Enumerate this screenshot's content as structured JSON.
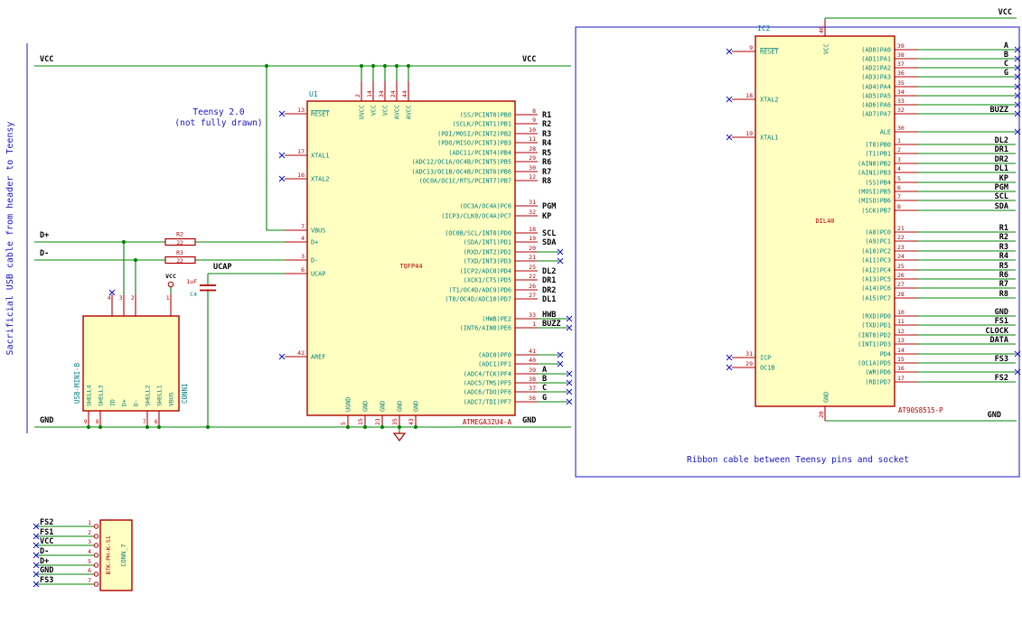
{
  "app": {
    "type": "schematic-viewer"
  },
  "colors": {
    "wire": "#008400",
    "symbol": "#b00000",
    "pin_name": "#008080",
    "pin_number": "#b00000",
    "net_label": "#000000",
    "note": "#1414c8",
    "no_connect": "#0c0cc8",
    "body_fill": "#ffffc2"
  },
  "notes": {
    "left_vertical": "Sacrificial USB cable from header to Teensy",
    "teensy_1": "Teensy 2.0",
    "teensy_2": "(not fully drawn)",
    "ribbon": "Ribbon cable between Teensy pins and socket"
  },
  "rails": {
    "vcc": "VCC",
    "gnd": "GND",
    "dplus": "D+",
    "dminus": "D-",
    "ucap": "UCAP"
  },
  "r2": {
    "ref": "R2",
    "value": "22"
  },
  "r3": {
    "ref": "R3",
    "value": "22"
  },
  "c4": {
    "ref": "C4",
    "value": "1uF"
  },
  "u1": {
    "ref": "U1",
    "value": "ATMEGA32U4-A",
    "package": "TQFP44",
    "left_pins": [
      {
        "num": "13",
        "name": "RESET",
        "bar": true,
        "nc": true
      },
      {
        "num": "17",
        "name": "XTAL1",
        "nc": true
      },
      {
        "num": "16",
        "name": "XTAL2",
        "nc": true
      },
      {
        "num": "7",
        "name": "VBUS"
      },
      {
        "num": "4",
        "name": "D+"
      },
      {
        "num": "3",
        "name": "D-"
      },
      {
        "num": "6",
        "name": "UCAP"
      },
      {
        "num": "42",
        "name": "AREF",
        "nc": true
      }
    ],
    "top_pins": [
      {
        "num": "2",
        "name": "UVCC"
      },
      {
        "num": "14",
        "name": "VCC"
      },
      {
        "num": "34",
        "name": "VCC"
      },
      {
        "num": "24",
        "name": "AVCC"
      },
      {
        "num": "44",
        "name": "AVCC"
      }
    ],
    "bottom_pins": [
      {
        "num": "5",
        "name": "UGND"
      },
      {
        "num": "15",
        "name": "GND"
      },
      {
        "num": "23",
        "name": "GND"
      },
      {
        "num": "35",
        "name": "GND"
      },
      {
        "num": "43",
        "name": "GND"
      }
    ],
    "right_groups": [
      [
        {
          "num": "8",
          "name": "(SS/PCINT0)PB0",
          "net": "R1"
        },
        {
          "num": "9",
          "name": "(SCLK/PCINT1)PB1",
          "net": "R2"
        },
        {
          "num": "10",
          "name": "(PDI/MOSI/PCINT2)PB2",
          "net": "R3"
        },
        {
          "num": "11",
          "name": "(PDO/MISO/PCINT3)PB3",
          "net": "R4"
        },
        {
          "num": "28",
          "name": "(ADC11/PCINT4)PB4",
          "net": "R5"
        },
        {
          "num": "29",
          "name": "(ADC12/OC1A/OC4B/PCINT5)PB5",
          "net": "R6"
        },
        {
          "num": "30",
          "name": "(ADC13/OC1B/OC4B/PCINT6)PB6",
          "net": "R7"
        },
        {
          "num": "12",
          "name": "(OC0A/OC1C/RTS/PCINT7)PB7",
          "net": "R8"
        }
      ],
      [
        {
          "num": "31",
          "name": "(OC3A/OC4A)PC6",
          "net": "PGM"
        },
        {
          "num": "32",
          "name": "(ICP3/CLK0/OC4A)PC7",
          "net": "KP"
        }
      ],
      [
        {
          "num": "18",
          "name": "(OC0B/SCL/INT0)PD0",
          "net": "SCL"
        },
        {
          "num": "19",
          "name": "(SDA/INT1)PD1",
          "net": "SDA"
        },
        {
          "num": "20",
          "name": "(RXD/INT2)PD2",
          "nc": true
        },
        {
          "num": "21",
          "name": "(TXD/INT3)PD3",
          "nc": true
        },
        {
          "num": "25",
          "name": "(ICP2/ADC8)PD4",
          "net": "DL2"
        },
        {
          "num": "22",
          "name": "(XCK1/CTS)PD5",
          "net": "DR1"
        },
        {
          "num": "26",
          "name": "(T1/OC4D/ADC9)PD6",
          "net": "DR2"
        },
        {
          "num": "27",
          "name": "(T0/OC4D/ADC10)PD7",
          "net": "DL1"
        }
      ],
      [
        {
          "num": "33",
          "name": "(HWB)PE2",
          "net": "HWB",
          "ncEnd": true
        },
        {
          "num": "1",
          "name": "(INT6/AIN0)PE6",
          "net": "BUZZ",
          "ncEnd": true
        }
      ],
      [
        {
          "num": "41",
          "name": "(ADC0)PF0",
          "nc": true
        },
        {
          "num": "40",
          "name": "(ADC1)PF1",
          "nc": true
        },
        {
          "num": "39",
          "name": "(ADC4/TCK)PF4",
          "net": "A",
          "ncEnd": true
        },
        {
          "num": "38",
          "name": "(ADC5/TMS)PF5",
          "net": "B",
          "ncEnd": true
        },
        {
          "num": "37",
          "name": "(ADC6/TDO)PF6",
          "net": "C",
          "ncEnd": true
        },
        {
          "num": "36",
          "name": "(ADC7/TDI)PF7",
          "net": "G",
          "ncEnd": true
        }
      ]
    ]
  },
  "conn1": {
    "ref": "CONN1",
    "value": "USB-MINI-B",
    "columns": [
      {
        "name": "SHELL4",
        "num": "9",
        "side": "bottom"
      },
      {
        "name": "SHELL3",
        "num": "8",
        "side": "bottom"
      },
      {
        "name": "ID",
        "num": "4",
        "side": "top",
        "nc": true
      },
      {
        "name": "D+",
        "num": "3",
        "side": "top"
      },
      {
        "name": "D-",
        "num": "2",
        "side": "top"
      },
      {
        "name": "SHELL2",
        "num": "7",
        "side": "bottom"
      },
      {
        "name": "SHELL1",
        "num": "6",
        "side": "bottom"
      },
      {
        "name": "VBUS",
        "num": "1",
        "side": "top",
        "power": "VCC"
      }
    ]
  },
  "conn7": {
    "ref": "CONN_7",
    "value": "B7K-PH-K-S1",
    "pins": [
      {
        "num": "1",
        "net": "FS2"
      },
      {
        "num": "2",
        "net": "FS1"
      },
      {
        "num": "3",
        "net": "VCC"
      },
      {
        "num": "4",
        "net": "D-"
      },
      {
        "num": "5",
        "net": "D+"
      },
      {
        "num": "6",
        "net": "GND"
      },
      {
        "num": "7",
        "net": "FS3"
      }
    ]
  },
  "ic2": {
    "ref": "IC2",
    "value": "AT90S8515-P",
    "package": "DIL40",
    "top_pin": {
      "num": "40",
      "name": "VCC"
    },
    "bottom_pin": {
      "num": "20",
      "name": "GND"
    },
    "left_pins": [
      {
        "num": "9",
        "name": "RESET",
        "bar": true,
        "nc": true
      },
      {
        "num": "18",
        "name": "XTAL2",
        "nc": true
      },
      {
        "num": "19",
        "name": "XTAL1",
        "nc": true
      },
      {
        "num": "31",
        "name": "ICP",
        "nc": true
      },
      {
        "num": "29",
        "name": "OC1B",
        "nc": true
      }
    ],
    "right_groups": [
      [
        {
          "num": "39",
          "name": "(AD0)PA0",
          "net": "A",
          "ncEnd": true
        },
        {
          "num": "38",
          "name": "(AD1)PA1",
          "net": "B",
          "ncEnd": true
        },
        {
          "num": "37",
          "name": "(AD2)PA2",
          "net": "C",
          "ncEnd": true
        },
        {
          "num": "36",
          "name": "(AD3)PA3",
          "net": "G",
          "ncEnd": true
        },
        {
          "num": "35",
          "name": "(AD4)PA4",
          "ncEnd": true
        },
        {
          "num": "34",
          "name": "(AD5)PA5",
          "ncEnd": true
        },
        {
          "num": "33",
          "name": "(AD6)PA6",
          "ncEnd": true
        },
        {
          "num": "32",
          "name": "(AD7)PA7",
          "net": "BUZZ",
          "ncEnd": true
        }
      ],
      [
        {
          "num": "30",
          "name": "ALE",
          "ncEnd": true
        }
      ],
      [
        {
          "num": "1",
          "name": "(T0)PB0",
          "net": "DL2"
        },
        {
          "num": "2",
          "name": "(T1)PB1",
          "net": "DR1"
        },
        {
          "num": "3",
          "name": "(AIN0)PB2",
          "net": "DR2"
        },
        {
          "num": "4",
          "name": "(AIN1)PB3",
          "net": "DL1"
        },
        {
          "num": "5",
          "name": "(SS)PB4",
          "net": "KP"
        },
        {
          "num": "6",
          "name": "(MOSI)PB5",
          "net": "PGM"
        },
        {
          "num": "7",
          "name": "(MISO)PB6",
          "net": "SCL"
        },
        {
          "num": "8",
          "name": "(SCK)PB7",
          "net": "SDA"
        }
      ],
      [
        {
          "num": "21",
          "name": "(A8)PC0",
          "net": "R1"
        },
        {
          "num": "22",
          "name": "(A9)PC1",
          "net": "R2"
        },
        {
          "num": "23",
          "name": "(A10)PC2",
          "net": "R3"
        },
        {
          "num": "24",
          "name": "(A11)PC3",
          "net": "R4"
        },
        {
          "num": "25",
          "name": "(A12)PC4",
          "net": "R5"
        },
        {
          "num": "26",
          "name": "(A13)PC5",
          "net": "R6"
        },
        {
          "num": "27",
          "name": "(A14)PC6",
          "net": "R7"
        },
        {
          "num": "28",
          "name": "(A15)PC7",
          "net": "R8"
        }
      ],
      [
        {
          "num": "10",
          "name": "(RXD)PD0",
          "net": "GND"
        },
        {
          "num": "11",
          "name": "(TXD)PD1",
          "net": "FS1"
        },
        {
          "num": "12",
          "name": "(INT0)PD2",
          "net": "CLOCK"
        },
        {
          "num": "13",
          "name": "(INT1)PD3",
          "net": "DATA"
        },
        {
          "num": "14",
          "name": "PD4",
          "ncEnd": true
        },
        {
          "num": "15",
          "name": "(OC1A)PD5",
          "net": "FS3"
        },
        {
          "num": "16",
          "name": "(WR)PD6",
          "ncEnd": true
        },
        {
          "num": "17",
          "name": "(RD)PD7",
          "net": "FS2"
        }
      ]
    ]
  }
}
